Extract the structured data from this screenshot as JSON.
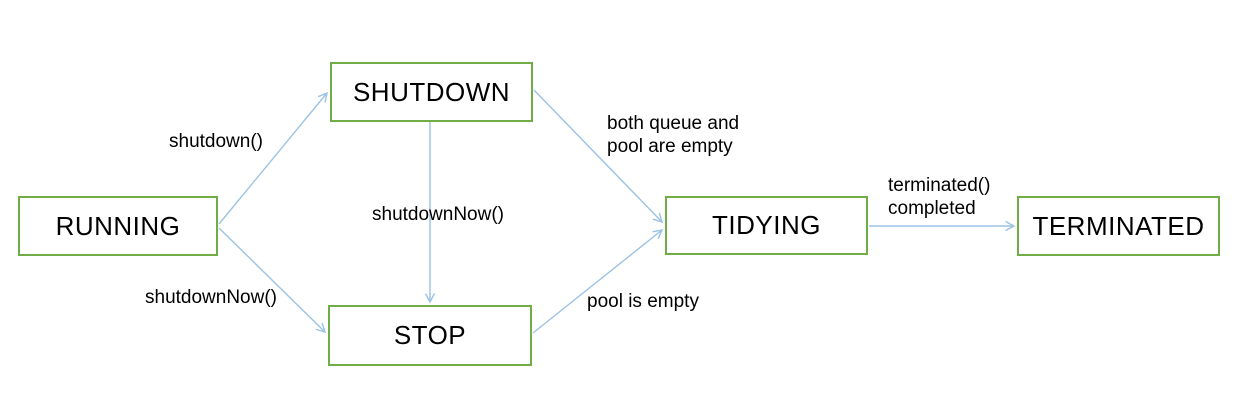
{
  "diagram": {
    "type": "state-diagram",
    "states": [
      {
        "id": "running",
        "label": "RUNNING"
      },
      {
        "id": "shutdown",
        "label": "SHUTDOWN"
      },
      {
        "id": "stop",
        "label": "STOP"
      },
      {
        "id": "tidying",
        "label": "TIDYING"
      },
      {
        "id": "terminated",
        "label": "TERMINATED"
      }
    ],
    "transitions": [
      {
        "from": "RUNNING",
        "to": "SHUTDOWN",
        "label": "shutdown()"
      },
      {
        "from": "RUNNING",
        "to": "STOP",
        "label": "shutdownNow()"
      },
      {
        "from": "SHUTDOWN",
        "to": "STOP",
        "label": "shutdownNow()"
      },
      {
        "from": "SHUTDOWN",
        "to": "TIDYING",
        "label": "both queue and\npool are empty"
      },
      {
        "from": "STOP",
        "to": "TIDYING",
        "label": "pool is empty"
      },
      {
        "from": "TIDYING",
        "to": "TERMINATED",
        "label": "terminated()\ncompleted"
      }
    ],
    "colors": {
      "box_border": "#70AD47",
      "arrow": "#9CC2E5",
      "text": "#000000",
      "background": "#ffffff"
    }
  }
}
